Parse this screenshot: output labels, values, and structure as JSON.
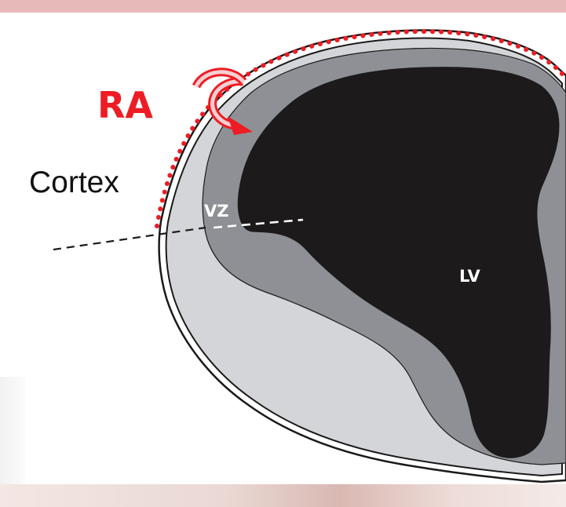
{
  "labels": {
    "ra": "RA",
    "cortex": "Cortex",
    "vz": "VZ",
    "lv": "LV"
  },
  "colors": {
    "background": "#ffffff",
    "top_band": "#e8b9b9",
    "cortex_fill": "#d4d5d8",
    "vz_fill": "#8e9095",
    "ventricle_fill": "#1c1a1b",
    "outline": "#1a1a1a",
    "ra_red": "#ee1c24"
  },
  "icons": {
    "rotation_arrow": "circular-arrow-icon",
    "surface_dots": "red-dotted-line"
  }
}
